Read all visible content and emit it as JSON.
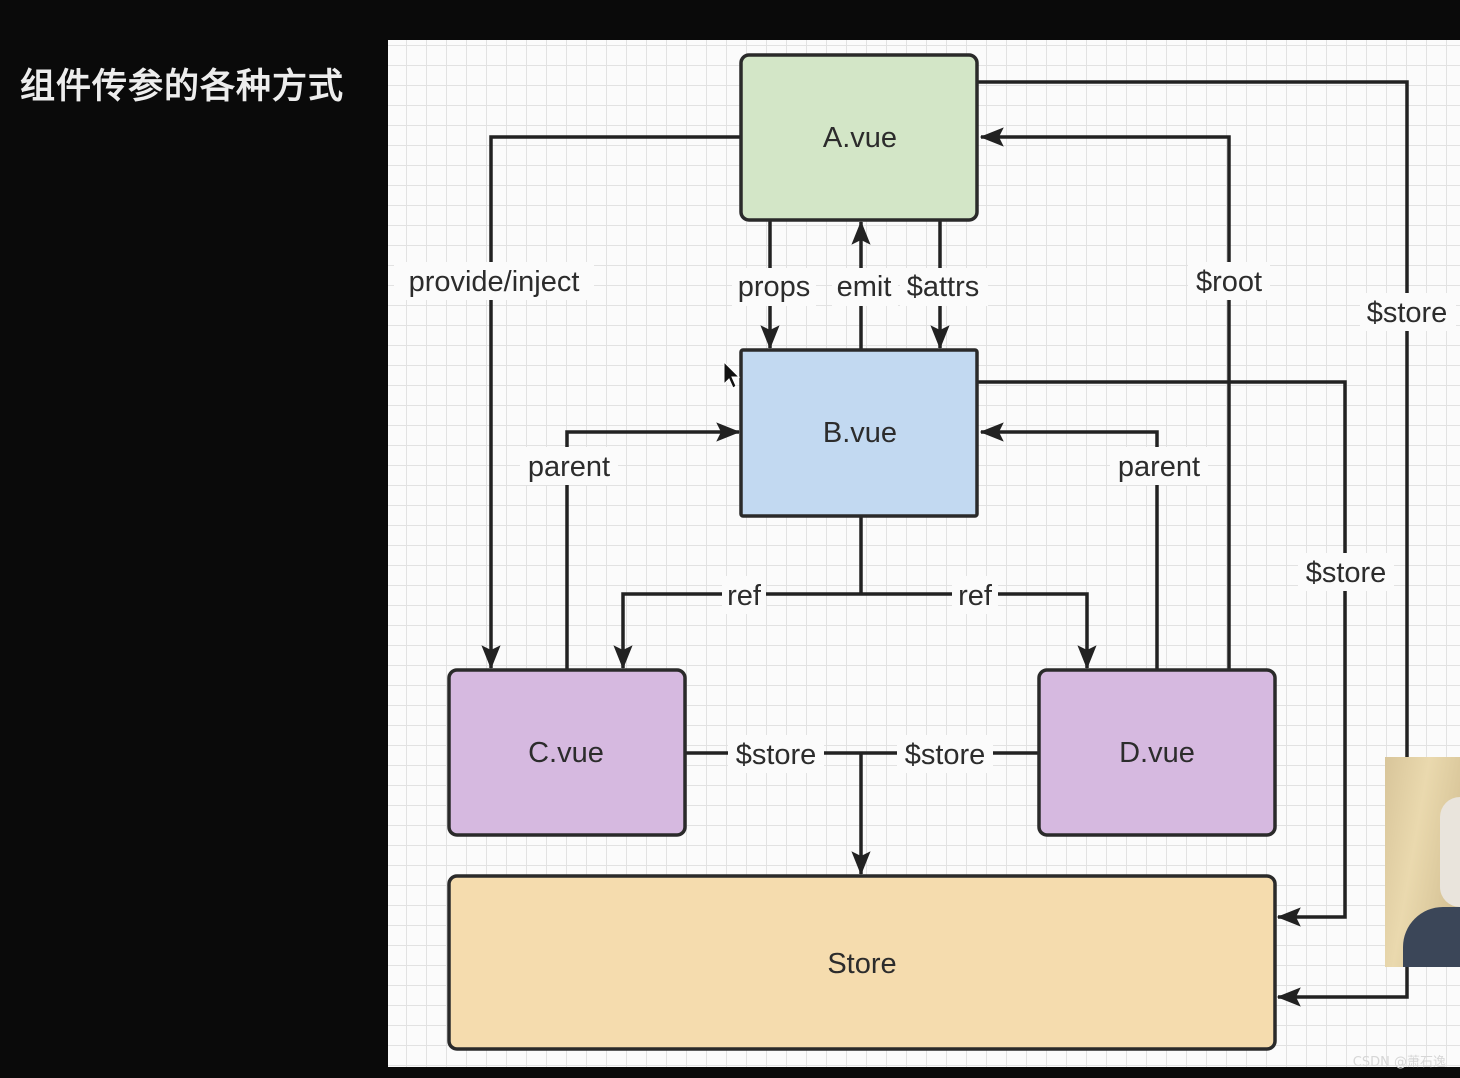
{
  "title": "组件传参的各种方式",
  "nodes": {
    "a": {
      "label": "A.vue",
      "color": "#d3e6c7"
    },
    "b": {
      "label": "B.vue",
      "color": "#c2d9f1"
    },
    "c": {
      "label": "C.vue",
      "color": "#d6b9e0"
    },
    "d": {
      "label": "D.vue",
      "color": "#d6b9e0"
    },
    "store": {
      "label": "Store",
      "color": "#f5dcae"
    }
  },
  "edges": {
    "provide_inject": "provide/inject",
    "props": "props",
    "emit": "emit",
    "attrs": "$attrs",
    "root": "$root",
    "store_a": "$store",
    "store_b": "$store",
    "parent_c": "parent",
    "parent_d": "parent",
    "ref_c": "ref",
    "ref_d": "ref",
    "store_c": "$store",
    "store_d": "$store"
  },
  "watermark": "CSDN @萧石逸"
}
